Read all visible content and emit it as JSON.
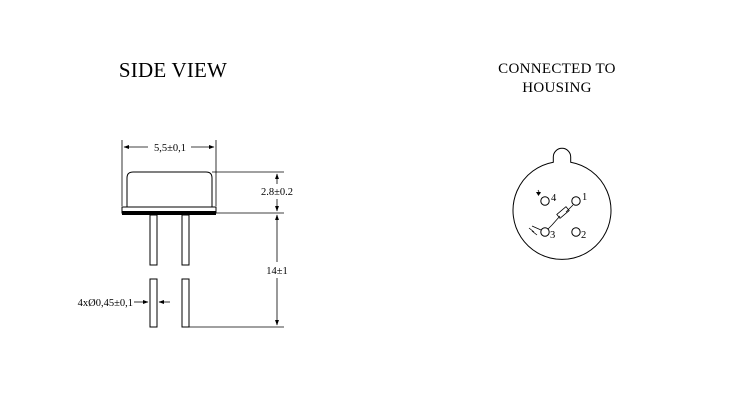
{
  "side_view": {
    "title": "SIDE VIEW",
    "dim_width": "5,5±0,1",
    "dim_height": "2.8±0.2",
    "dim_lead_length": "14±1",
    "dim_lead_diameter": "4xØ0,45±0,1"
  },
  "connection_view": {
    "title_line1": "CONNECTED TO",
    "title_line2": "HOUSING",
    "pins": [
      "4",
      "1",
      "3",
      "2"
    ]
  }
}
